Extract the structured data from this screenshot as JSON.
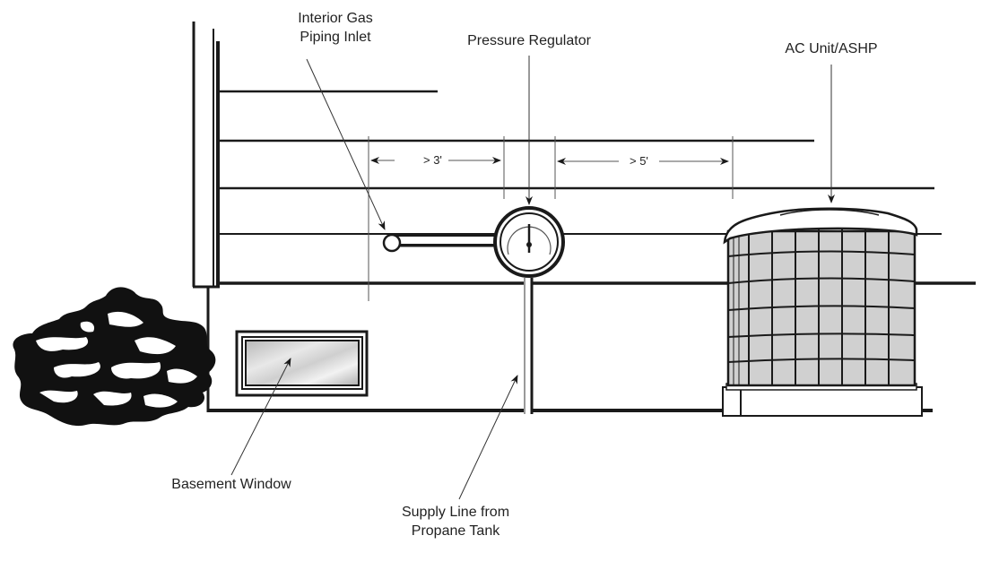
{
  "diagram": {
    "title": "Propane pressure regulator clearance diagram",
    "labels": {
      "interior_gas_line1": "Interior Gas",
      "interior_gas_line2": "Piping Inlet",
      "pressure_regulator": "Pressure Regulator",
      "ac_unit": "AC Unit/ASHP",
      "basement_window": "Basement Window",
      "supply_line1": "Supply Line from",
      "supply_line2": "Propane Tank"
    },
    "dimensions": {
      "inlet_to_regulator": "> 3'",
      "regulator_to_ac": "> 5'"
    },
    "colors": {
      "ink": "#1a1a1a",
      "ac_grille": "#d0d0d0",
      "window_glass": "#c8c8c8"
    }
  }
}
